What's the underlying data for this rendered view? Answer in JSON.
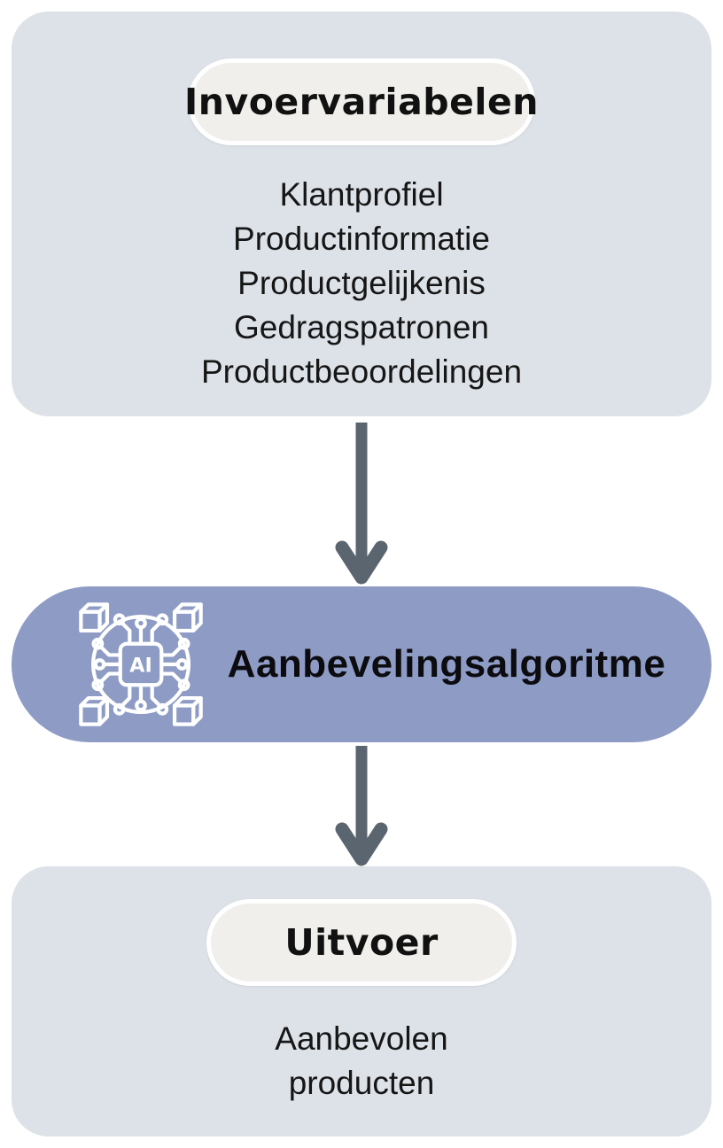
{
  "diagram": {
    "input_box": {
      "title": "Invoervariabelen",
      "items": [
        "Klantprofiel",
        "Productinformatie",
        "Productgelijkenis",
        "Gedragspatronen",
        "Productbeoordelingen"
      ]
    },
    "algorithm": {
      "label": "Aanbevelingsalgoritme",
      "icon": "ai-chip-circuit-icon",
      "icon_text": "AI"
    },
    "output_box": {
      "title": "Uitvoer",
      "items": [
        "Aanbevolen",
        "producten"
      ]
    },
    "arrows": {
      "count": 2,
      "direction": "down"
    },
    "colors": {
      "page_bg": "#ffffff",
      "box_bg": "#dde2e8",
      "header_pill_bg": "#f0efec",
      "header_pill_border": "#ffffff",
      "algorithm_pill_bg": "#8e9cc5",
      "arrow": "#5b6570",
      "text": "#141414",
      "icon_stroke": "#ffffff"
    }
  }
}
